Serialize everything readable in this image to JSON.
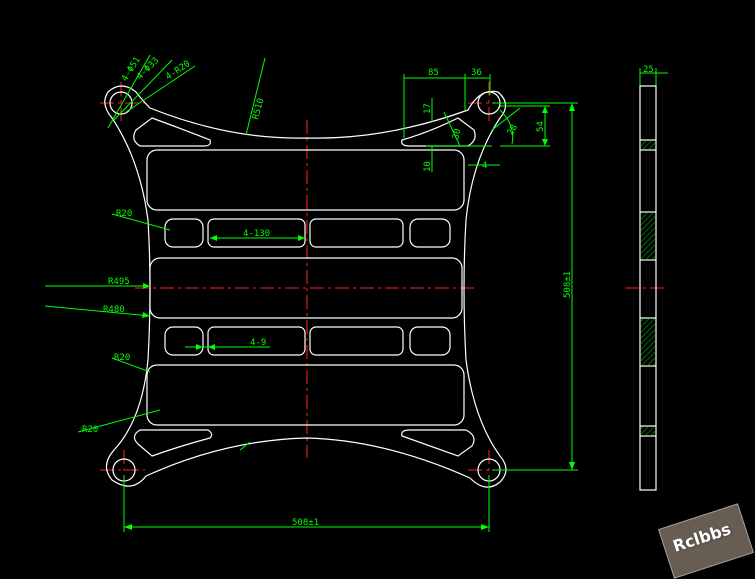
{
  "colors": {
    "background": "#000000",
    "outline": "#ffffff",
    "dimension": "#00ff00",
    "centerline": "#ff2020",
    "hatch": "#00cc00"
  },
  "labels": {
    "hole_dia": "4-Φ51",
    "hole_dia2": "4-Φ33",
    "corner_r": "4-R20",
    "top_arc": "R510",
    "slot_width": "4-130",
    "slot_small": "4-9",
    "r20_upper": "R20",
    "r495": "R495",
    "r480": "R480",
    "r20_mid": "R20",
    "r20_lower": "R20",
    "d85": "85",
    "d36": "36",
    "d17": "17",
    "d30": "30",
    "d10": "10",
    "d54": "54",
    "d28": "28",
    "d4": "4",
    "height": "508±1",
    "width": "508±1",
    "thickness": "25"
  },
  "watermark": "Rclbbs"
}
